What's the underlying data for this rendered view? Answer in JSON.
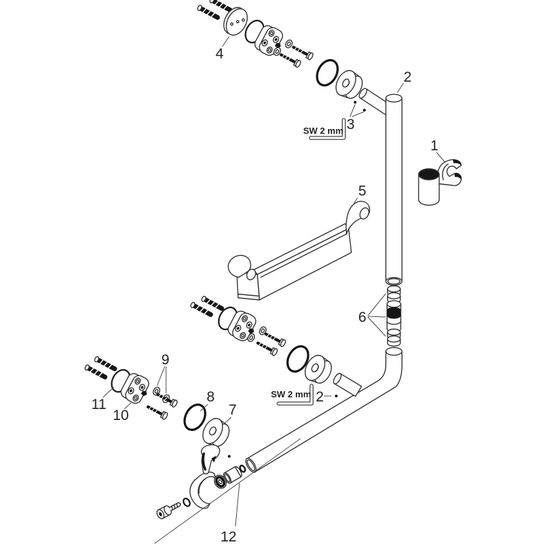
{
  "diagram": {
    "type": "exploded-parts-diagram",
    "background_color": "#ffffff",
    "line_color": "#333333",
    "black_fill_color": "#161616",
    "labels": {
      "part1": "1",
      "part2_top": "2",
      "part2_bottom": "2",
      "part3": "3",
      "part4": "4",
      "part5": "5",
      "part6": "6",
      "part7": "7",
      "part8": "8",
      "part9": "9",
      "part10": "10",
      "part11": "11",
      "part12": "12"
    },
    "callouts": {
      "hex_key_top": "SW 2 mm",
      "hex_key_bottom": "SW 2 mm"
    }
  }
}
